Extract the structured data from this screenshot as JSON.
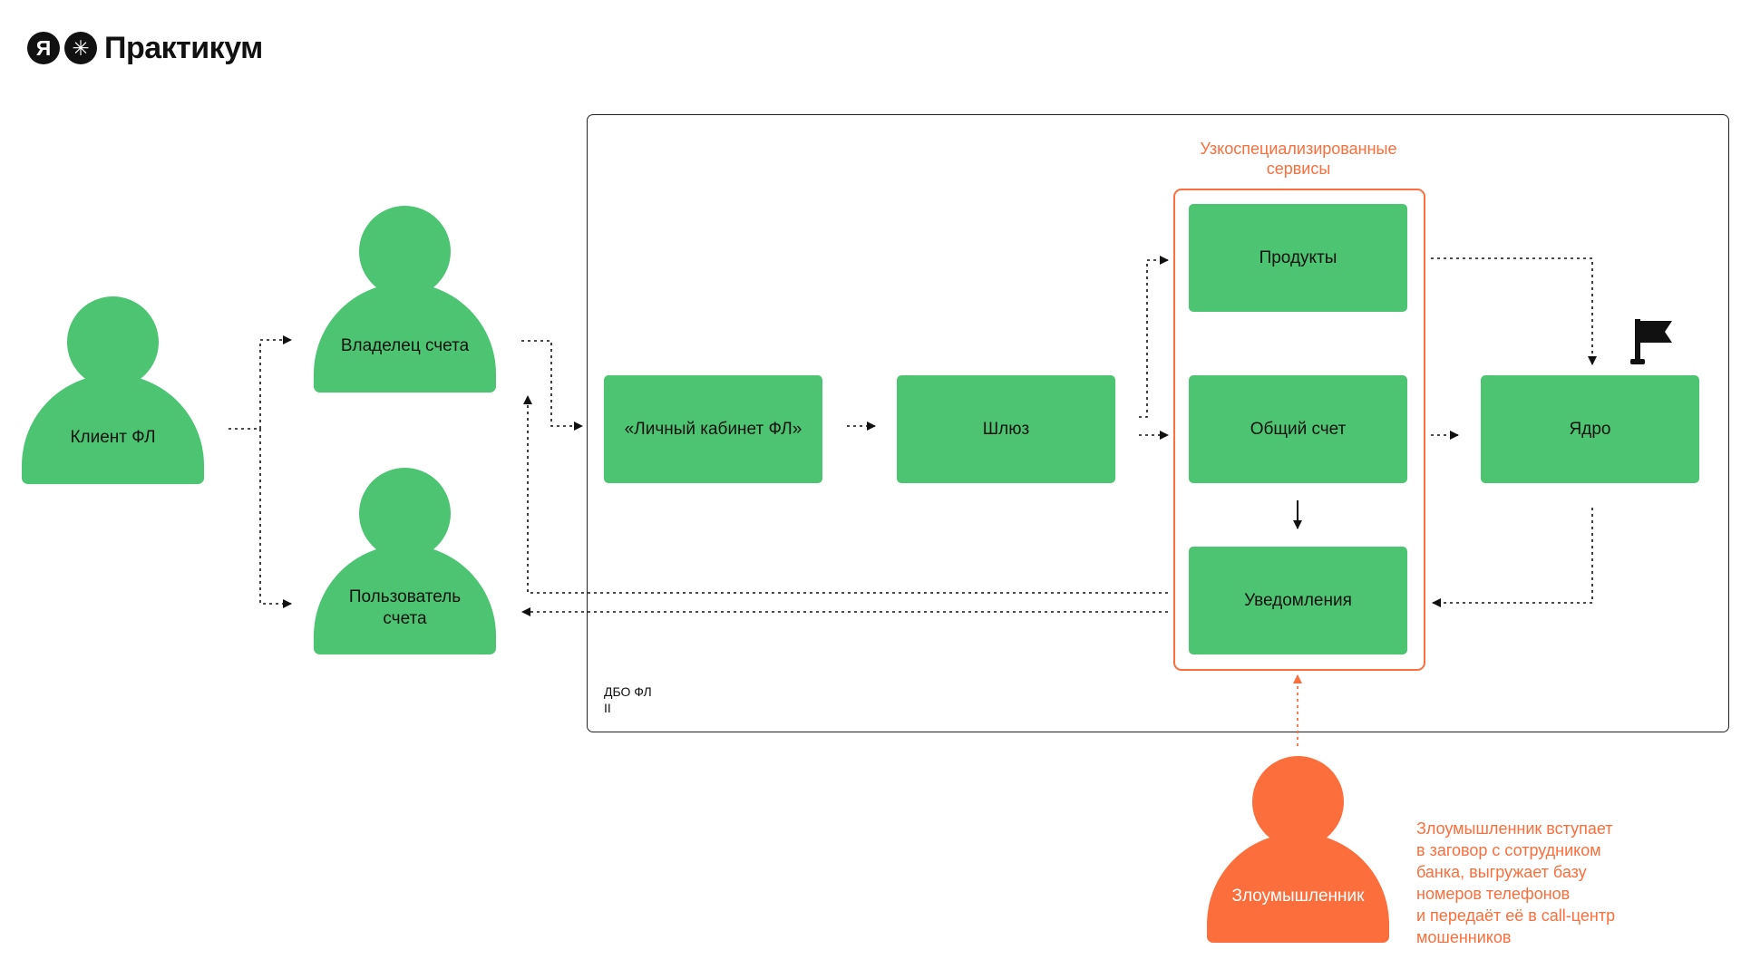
{
  "logo": {
    "mark1": "Я",
    "mark2": "✳",
    "text": "Практикум"
  },
  "actors": {
    "client": "Клиент ФЛ",
    "owner": "Владелец счета",
    "user": "Пользователь\nсчета",
    "attacker": "Злоумышленник"
  },
  "frame": {
    "label": "ДБО ФЛ\nII"
  },
  "group": {
    "label": "Узкоспециализированные\nсервисы"
  },
  "boxes": {
    "cabinet": "«Личный кабинет ФЛ»",
    "gateway": "Шлюз",
    "products": "Продукты",
    "account": "Общий счет",
    "notifications": "Уведомления",
    "core": "Ядро"
  },
  "attacker_note": "Злоумышленник вступает\nв заговор с сотрудником\nбанка, выгружает базу\nномеров телефонов\nи передаёт её в call-центр\nмошенников",
  "icons": {
    "flag": "flag-icon"
  },
  "colors": {
    "green": "#4cc472",
    "orange": "#fc6e3c",
    "line": "#111111"
  }
}
